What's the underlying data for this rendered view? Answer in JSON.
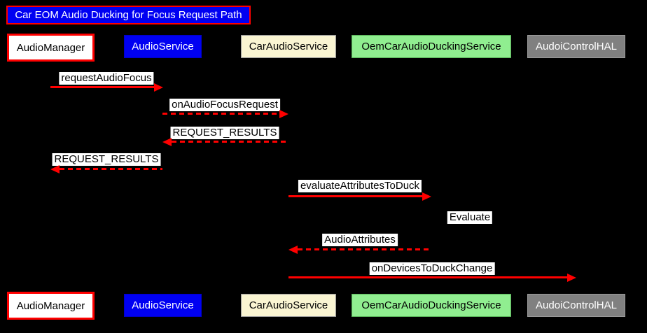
{
  "title": "Car EOM Audio Ducking for Focus Request Path",
  "participants": [
    {
      "label": "AudioManager",
      "bg": "#ffffff",
      "text": "#000000",
      "border": "#ff0000"
    },
    {
      "label": "AudioService",
      "bg": "#0000f2",
      "text": "#ffffff",
      "border": "#0000c8"
    },
    {
      "label": "CarAudioService",
      "bg": "#faf5d2",
      "text": "#000000",
      "border": "#9a9a9a"
    },
    {
      "label": "OemCarAudioDuckingService",
      "bg": "#90ee90",
      "text": "#000000",
      "border": "#58b358"
    },
    {
      "label": "AudoiControlHAL",
      "bg": "#808080",
      "text": "#ffffff",
      "border": "#9a9a9a"
    }
  ],
  "messages": [
    {
      "label": "requestAudioFocus",
      "from": "AudioManager",
      "to": "AudioService",
      "line": "solid",
      "direction": "right"
    },
    {
      "label": "onAudioFocusRequest",
      "from": "AudioService",
      "to": "CarAudioService",
      "line": "dashed",
      "direction": "right"
    },
    {
      "label": "REQUEST_RESULTS",
      "from": "CarAudioService",
      "to": "AudioService",
      "line": "dashed",
      "direction": "left"
    },
    {
      "label": "REQUEST_RESULTS",
      "from": "AudioService",
      "to": "AudioManager",
      "line": "dashed",
      "direction": "left"
    },
    {
      "label": "evaluateAttributesToDuck",
      "from": "CarAudioService",
      "to": "OemCarAudioDuckingService",
      "line": "solid",
      "direction": "right"
    },
    {
      "label": "Evaluate",
      "from": "OemCarAudioDuckingService",
      "to": "OemCarAudioDuckingService",
      "line": "self",
      "direction": "self"
    },
    {
      "label": "AudioAttributes",
      "from": "OemCarAudioDuckingService",
      "to": "CarAudioService",
      "line": "dashed",
      "direction": "left"
    },
    {
      "label": "onDevicesToDuckChange",
      "from": "CarAudioService",
      "to": "AudoiControlHAL",
      "line": "solid",
      "direction": "right"
    }
  ],
  "colors": {
    "background": "#000000",
    "arrow": "#ff0000",
    "title_bg": "#0000f2",
    "title_border": "#ff0000",
    "label_bg": "#ffffff",
    "label_text": "#000000"
  }
}
